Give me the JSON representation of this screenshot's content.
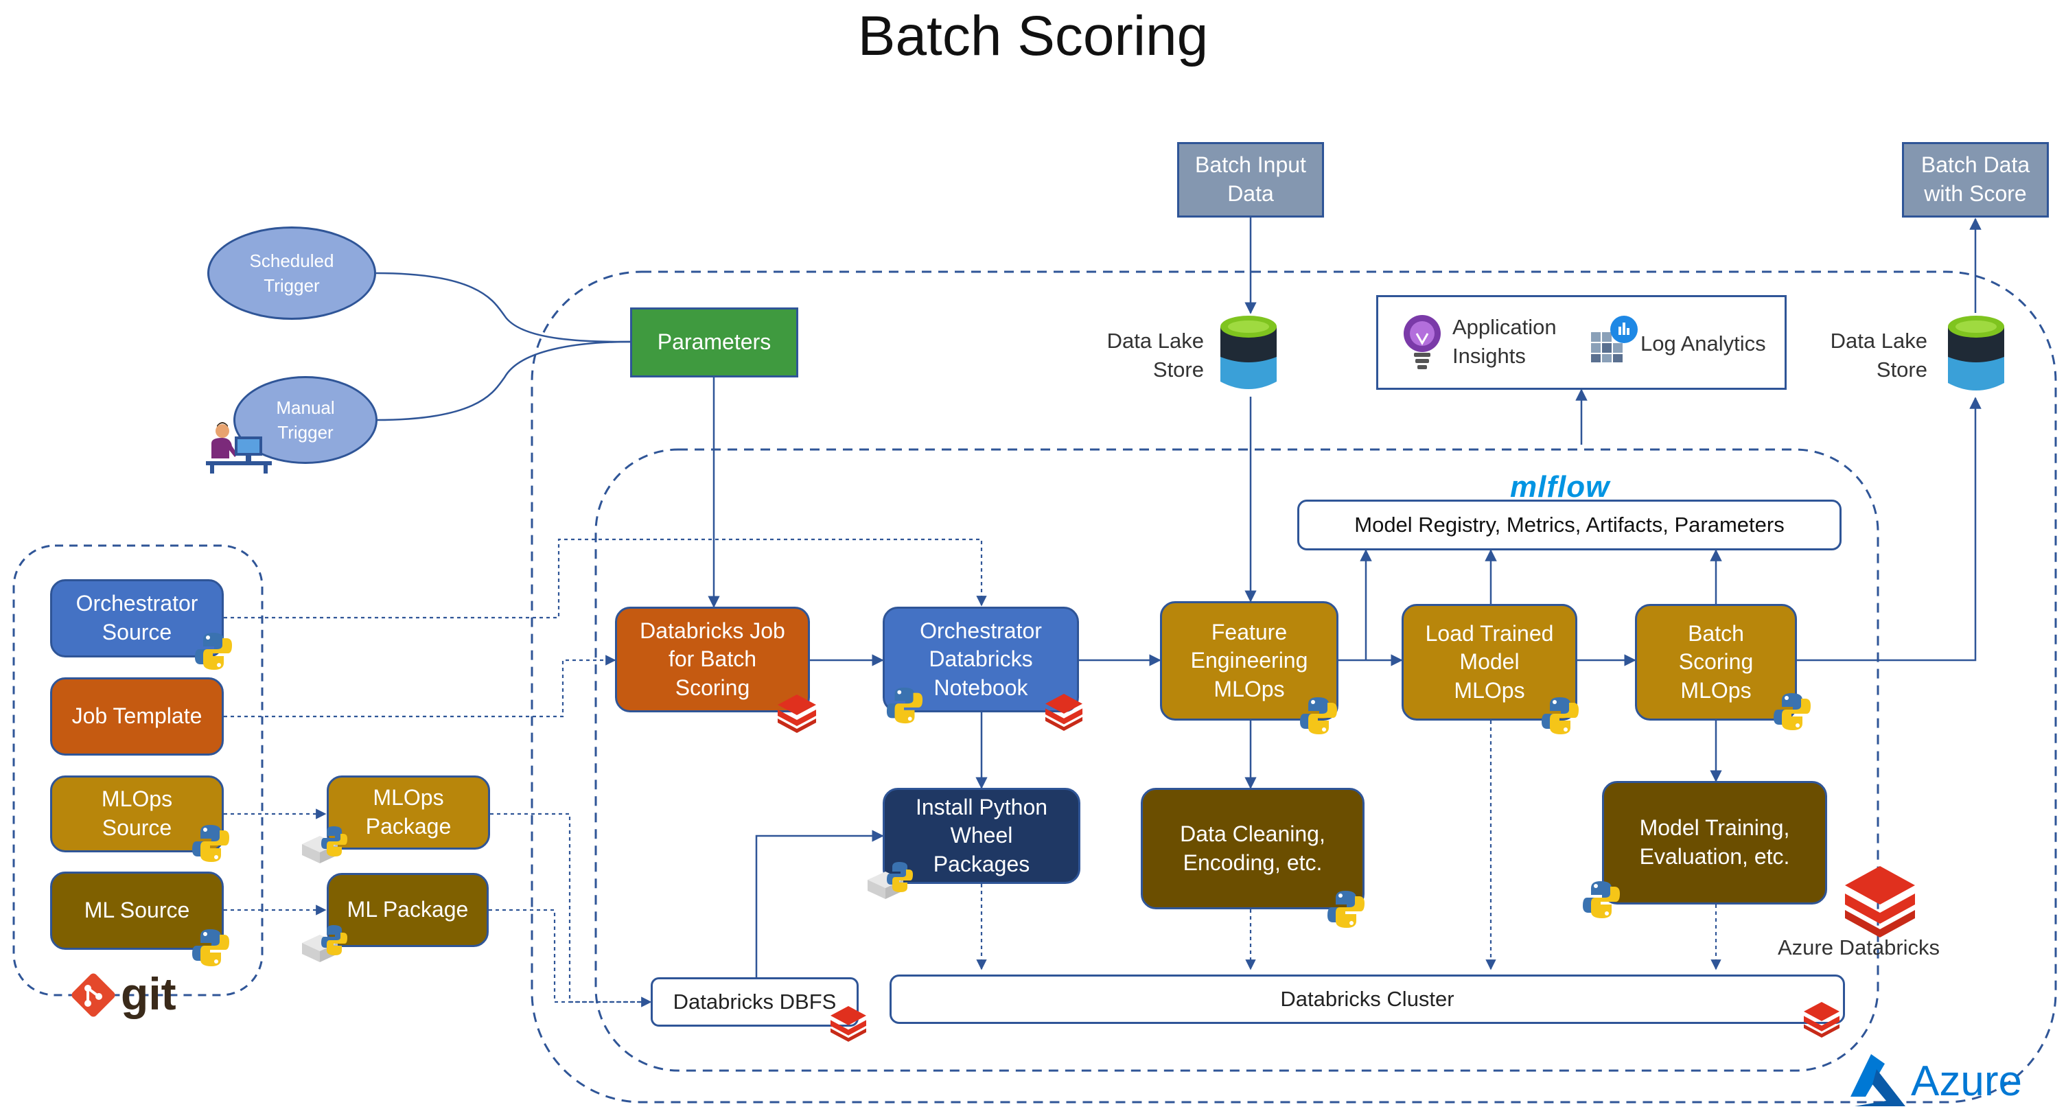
{
  "title": "Batch Scoring",
  "nodes": {
    "batch_input": "Batch Input\nData",
    "batch_output": "Batch Data\nwith Score",
    "scheduled_trigger": "Scheduled\nTrigger",
    "manual_trigger": "Manual\nTrigger",
    "parameters": "Parameters",
    "data_lake_left": "Data Lake\nStore",
    "data_lake_right": "Data Lake\nStore",
    "app_insights": "Application\nInsights",
    "log_analytics": "Log Analytics",
    "mlflow_logo": "mlflow",
    "model_registry": "Model Registry, Metrics, Artifacts, Parameters",
    "orchestrator_source": "Orchestrator\nSource",
    "job_template": "Job Template",
    "mlops_source": "MLOps\nSource",
    "ml_source": "ML Source",
    "mlops_package": "MLOps\nPackage",
    "ml_package": "ML Package",
    "git_logo": "git",
    "databricks_job": "Databricks Job\nfor Batch\nScoring",
    "orchestrator_notebook": "Orchestrator\nDatabricks\nNotebook",
    "feature_engineering": "Feature\nEngineering\nMLOps",
    "load_trained_model": "Load Trained\nModel\nMLOps",
    "batch_scoring_mlops": "Batch\nScoring\nMLOps",
    "install_python_wheel": "Install Python\nWheel\nPackages",
    "data_cleaning": "Data Cleaning,\nEncoding, etc.",
    "model_training": "Model Training,\nEvaluation, etc.",
    "databricks_dbfs": "Databricks DBFS",
    "databricks_cluster": "Databricks Cluster",
    "azure_databricks": "Azure Databricks",
    "azure_logo": "Azure"
  },
  "icons": [
    "python-icon",
    "databricks-icon",
    "data-lake-icon",
    "application-insights-icon",
    "log-analytics-icon",
    "git-icon",
    "azure-icon",
    "user-at-computer-icon",
    "python-package-icon"
  ],
  "colors": {
    "line": "#2f5597",
    "orange": "#c55a11",
    "blue": "#4472c4",
    "navy": "#1f3864",
    "gold": "#b8860b",
    "brown": "#7f6000",
    "slate": "#8497b0",
    "green": "#3f9a3f",
    "databricks_red": "#e0301e",
    "azure_blue": "#0078d4"
  }
}
